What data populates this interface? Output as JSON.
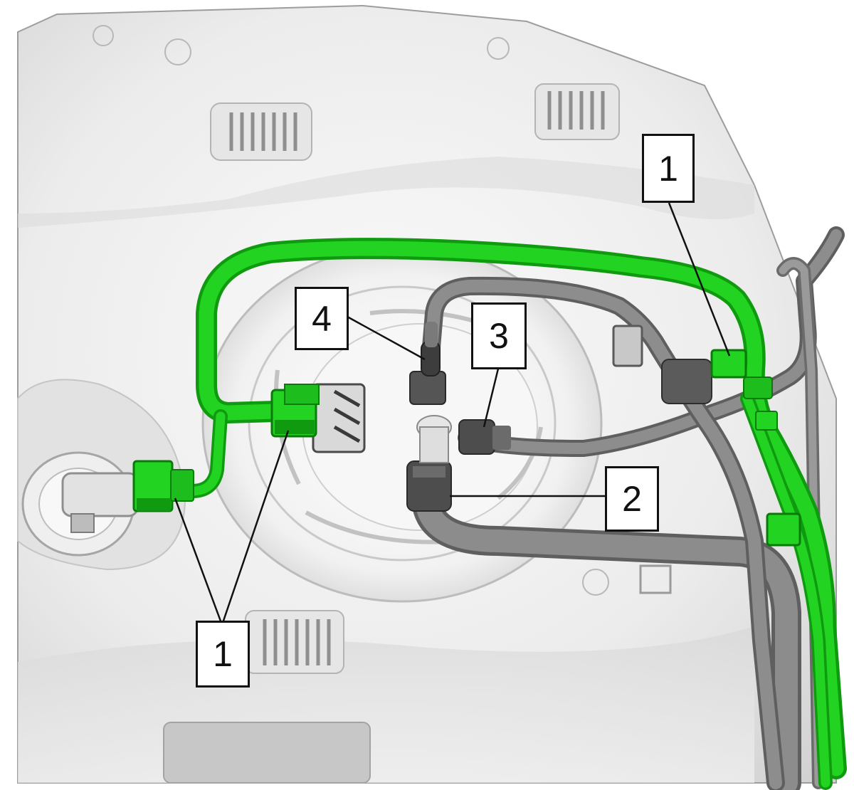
{
  "colors": {
    "harness": "#22d322",
    "harness_dark": "#0f9a0f",
    "hose": "#8a8a8a",
    "hose_dark": "#5f5f5f",
    "tank": "#ececec",
    "tank_shadow": "#bdbdbd",
    "outline": "#111111"
  },
  "callouts": [
    {
      "id": "callout-1-top-right",
      "label": "1"
    },
    {
      "id": "callout-1-bottom-left",
      "label": "1"
    },
    {
      "id": "callout-2",
      "label": "2"
    },
    {
      "id": "callout-3",
      "label": "3"
    },
    {
      "id": "callout-4",
      "label": "4"
    }
  ]
}
